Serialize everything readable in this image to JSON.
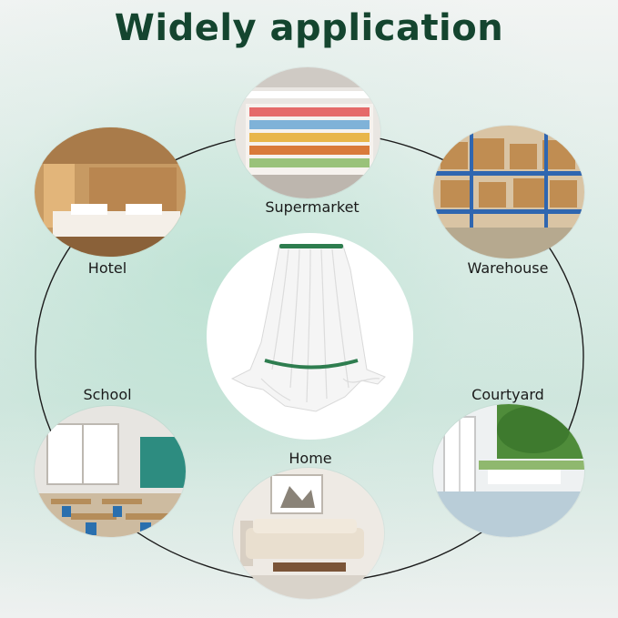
{
  "title": "Widely application",
  "colors": {
    "title": "#14452f",
    "ring": "#1c1c1c",
    "accent_green": "#2e7d4f"
  },
  "center": {
    "subject": "mop-head-icon"
  },
  "applications": [
    {
      "label": "Supermarket"
    },
    {
      "label": "Hotel"
    },
    {
      "label": "Warehouse"
    },
    {
      "label": "School"
    },
    {
      "label": "Courtyard"
    },
    {
      "label": "Home"
    }
  ]
}
